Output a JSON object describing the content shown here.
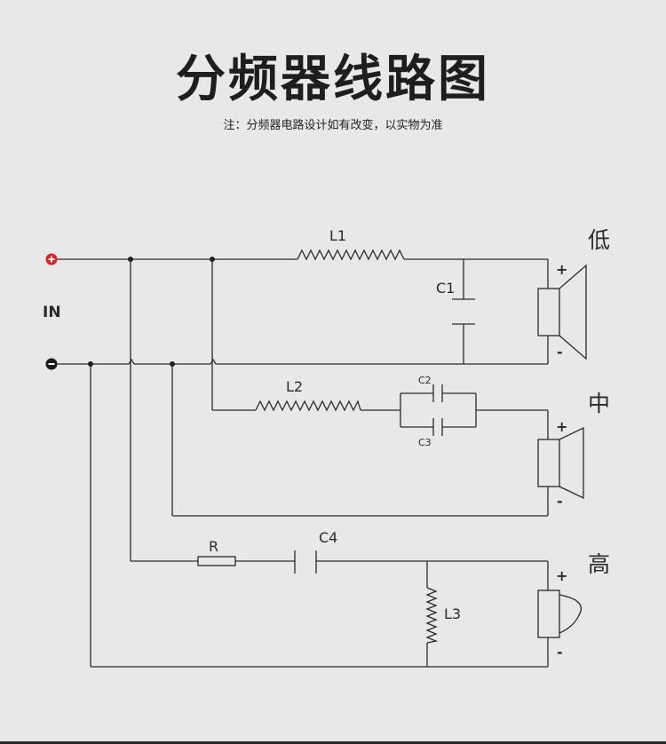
{
  "title": "分频器线路图",
  "subtitle": "注：分频器电路设计如有改变，以实物为准",
  "input": {
    "label": "IN",
    "plus_icon": "plus-circle-icon",
    "minus_icon": "minus-circle-icon",
    "plus_color": "#e02020",
    "minus_color": "#1a1a1a"
  },
  "channels": {
    "low": {
      "label": "低",
      "plus": "+",
      "minus": "-"
    },
    "mid": {
      "label": "中",
      "plus": "+",
      "minus": "-"
    },
    "high": {
      "label": "高",
      "plus": "+",
      "minus": "-"
    }
  },
  "components": {
    "L1": "L1",
    "C1": "C1",
    "L2": "L2",
    "C2": "C2",
    "C3": "C3",
    "R": "R",
    "C4": "C4",
    "L3": "L3"
  }
}
